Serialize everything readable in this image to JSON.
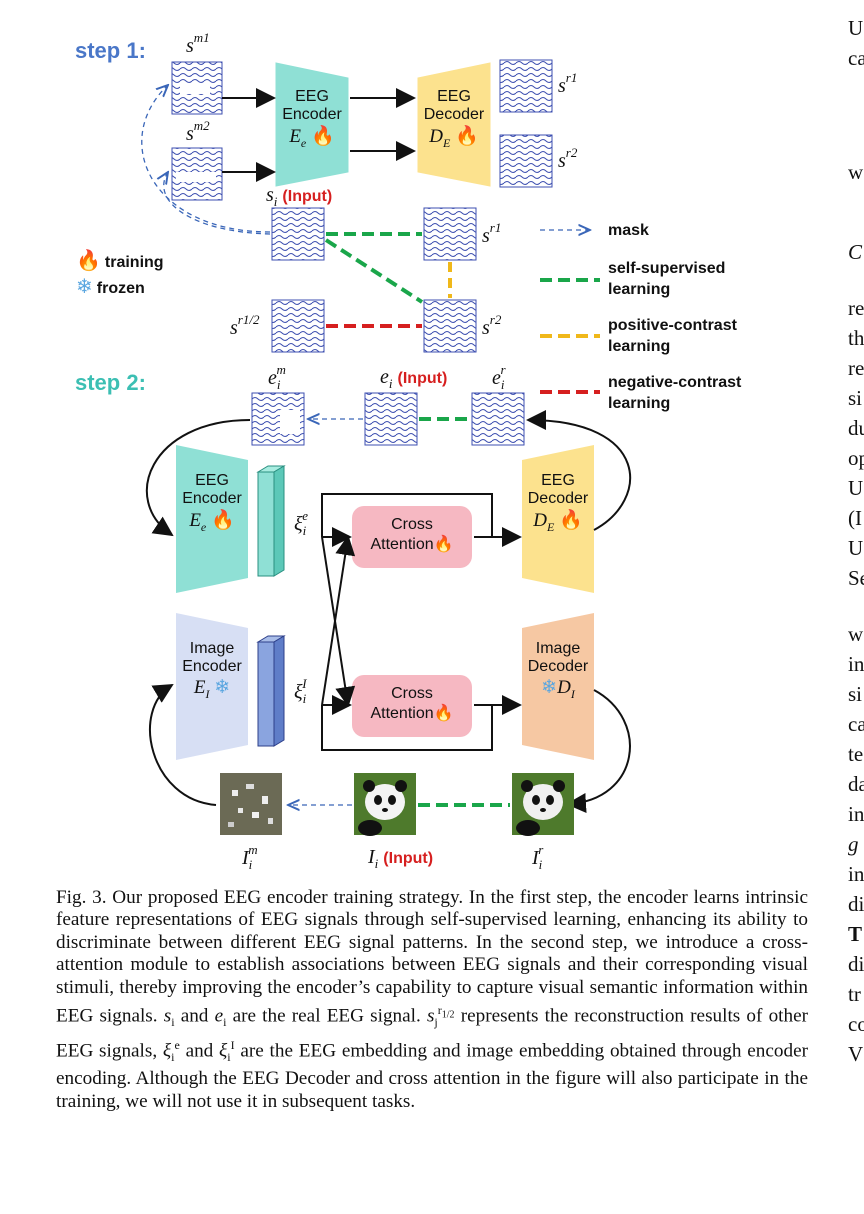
{
  "step1": {
    "label": "step 1:",
    "sig_labels": [
      "s",
      "m1",
      "s",
      "m2",
      "s",
      "r1",
      "s",
      "r2"
    ],
    "input_label": "s",
    "input_text": "(Input)",
    "encoder": [
      "EEG",
      "Encoder",
      "E"
    ],
    "decoder": [
      "EEG",
      "Decoder",
      "D"
    ],
    "sr1": "r1",
    "sj": "r1/2"
  },
  "legend": {
    "training": "training",
    "frozen": "frozen",
    "mask": "mask",
    "self_supervised": [
      "self-supervised",
      "learning"
    ],
    "positive": [
      "positive-contrast",
      "learning"
    ],
    "negative": [
      "negative-contrast",
      "learning"
    ],
    "colors": {
      "self": "#1aa64a",
      "positive": "#f0b81a",
      "negative": "#d61f1f",
      "mask": "#3a66b8"
    }
  },
  "step2": {
    "label": "step 2:",
    "e_input": "(Input)",
    "eeg_encoder": [
      "EEG",
      "Encoder"
    ],
    "eeg_decoder": [
      "EEG",
      "Decoder"
    ],
    "image_encoder": [
      "Image",
      "Encoder"
    ],
    "image_decoder": [
      "Image",
      "Decoder"
    ],
    "cross_attention": [
      "Cross",
      "Attention"
    ],
    "i_input": "(Input)"
  },
  "caption": {
    "text_1": "Fig. 3.  Our proposed EEG encoder training strategy. In the first step, the encoder learns intrinsic feature representations of EEG signals through self-supervised learning, enhancing its ability to discriminate between different EEG signal patterns. In the second step, we introduce a cross-attention module to establish associations between EEG signals and their corresponding visual stimuli, thereby improving the encoder’s capability to capture visual semantic information within EEG signals. ",
    "si": "s",
    "and": " and ",
    "ei": "e",
    "text_2": " are the real EEG signal. ",
    "text_3": " represents the reconstruction results of other EEG signals, ",
    "text_4": " and ",
    "text_5": " are the EEG embedding and image embedding obtained through encoder encoding. Although the EEG Decoder and cross attention in the figure will also participate in the training, we will not use it in subsequent tasks."
  },
  "right_column": [
    "U",
    "ca",
    "w",
    "C",
    "re",
    "th",
    "re",
    "si",
    "du",
    "op",
    "U",
    "(I",
    "U",
    "Se",
    "w",
    "in",
    "si",
    "ca",
    "te",
    "da",
    "in",
    "g",
    "in",
    "di",
    "T",
    "di",
    "tr",
    "co",
    "V"
  ]
}
